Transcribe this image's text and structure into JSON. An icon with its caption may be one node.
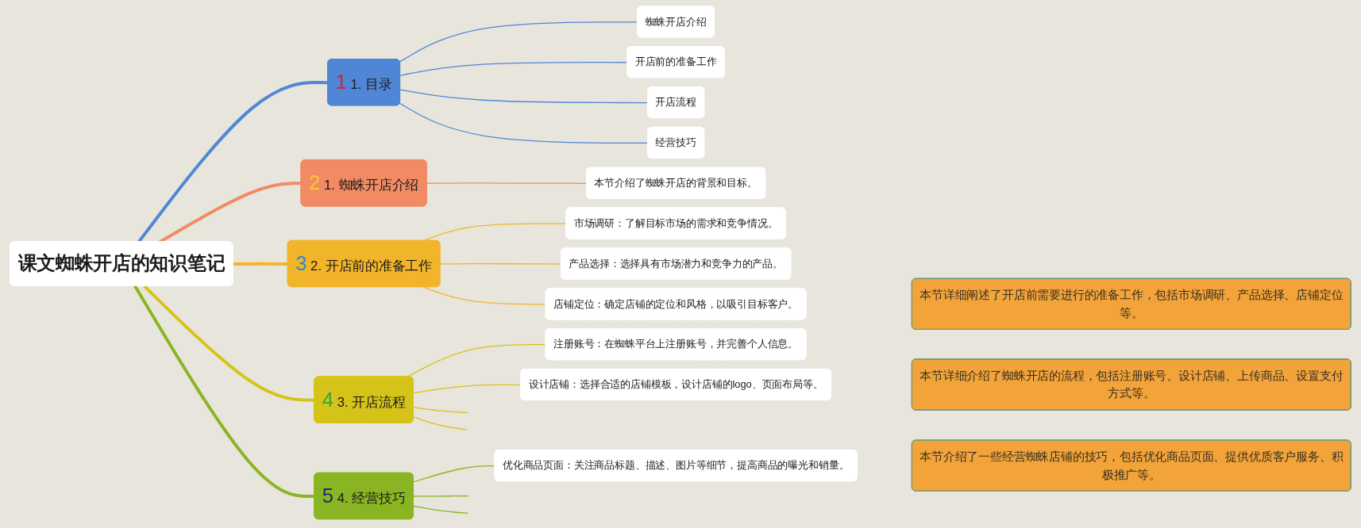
{
  "diagram": {
    "nodes": [
      {
        "text": [
          "课文蜘蛛开店的知识笔记"
        ]
      },
      {
        "text": [
          "1",
          "1. 目录"
        ]
      },
      {
        "text": [
          "蜘蛛开店介绍"
        ]
      },
      {
        "text": [
          "开店前的准备工作"
        ]
      },
      {
        "text": [
          "开店流程"
        ]
      },
      {
        "text": [
          "经营技巧"
        ]
      },
      {
        "text": [
          "2",
          "1. 蜘蛛开店介绍"
        ]
      },
      {
        "text": [
          "本节介绍了蜘蛛开店的背景和目标。"
        ]
      },
      {
        "text": [
          "3",
          "2. 开店前的准备工作"
        ]
      },
      {
        "text": [
          "市场调研：了解目标市场的需求和竞争情况。"
        ]
      },
      {
        "text": [
          "产品选择：选择具有市场潜力和竞争力的产品。"
        ]
      },
      {
        "text": [
          "店铺定位：确定店铺的定位和风格，以吸引目标客户。"
        ]
      },
      {
        "text": [
          "本节详细阐述了开店前需要进行的准备工作，包括市场调研、产品选择、店铺定位等。"
        ]
      },
      {
        "text": [
          "4",
          "3. 开店流程"
        ]
      },
      {
        "text": [
          "注册账号：在蜘蛛平台上注册账号，并完善个人信息。"
        ]
      },
      {
        "text": [
          "设计店铺：选择合适的店铺模板，设计店铺的logo、页面布局等。"
        ]
      },
      {
        "text": [
          "本节详细介绍了蜘蛛开店的流程，包括注册账号、设计店铺、上传商品、设置支付方式等。"
        ]
      },
      {
        "text": [
          "5",
          "4. 经营技巧"
        ]
      },
      {
        "text": [
          "优化商品页面：关注商品标题、描述、图片等细节，提高商品的曝光和销量。"
        ]
      },
      {
        "text": [
          "本节介绍了一些经营蜘蛛店铺的技巧，包括优化商品页面、提供优质客户服务、积极推广等。"
        ]
      }
    ],
    "edges": [
      {
        "from": 0,
        "to": 1,
        "arrow": "none",
        "style": "thick",
        "color": "#4f86d6"
      },
      {
        "from": 1,
        "to": 2,
        "arrow": "none",
        "color": "#4f86d6"
      },
      {
        "from": 1,
        "to": 3,
        "arrow": "none",
        "color": "#4f86d6"
      },
      {
        "from": 1,
        "to": 4,
        "arrow": "none",
        "color": "#4f86d6"
      },
      {
        "from": 1,
        "to": 5,
        "arrow": "none",
        "color": "#4f86d6"
      },
      {
        "from": 0,
        "to": 6,
        "arrow": "none",
        "style": "thick",
        "color": "#f28a63"
      },
      {
        "from": 6,
        "to": 7,
        "arrow": "none",
        "color": "#f28a63"
      },
      {
        "from": 0,
        "to": 8,
        "arrow": "none",
        "style": "thick",
        "color": "#f2b428"
      },
      {
        "from": 8,
        "to": 9,
        "arrow": "none",
        "color": "#f2b428"
      },
      {
        "from": 8,
        "to": 10,
        "arrow": "none",
        "color": "#f2b428"
      },
      {
        "from": 8,
        "to": 11,
        "arrow": "none",
        "color": "#f2b428"
      },
      {
        "from": 0,
        "to": 13,
        "arrow": "none",
        "style": "thick",
        "color": "#d6c318"
      },
      {
        "from": 13,
        "to": 14,
        "arrow": "none",
        "color": "#d6c318"
      },
      {
        "from": 13,
        "to": 15,
        "arrow": "none",
        "color": "#d6c318"
      },
      {
        "from": 13,
        "to": null,
        "arrow": "none",
        "color": "#d6c318"
      },
      {
        "from": 13,
        "to": null,
        "arrow": "none",
        "color": "#d6c318"
      },
      {
        "from": 0,
        "to": 17,
        "arrow": "none",
        "style": "thick",
        "color": "#8ab523"
      },
      {
        "from": 17,
        "to": 18,
        "arrow": "none",
        "color": "#8ab523"
      },
      {
        "from": 17,
        "to": null,
        "arrow": "none",
        "color": "#8ab523"
      },
      {
        "from": 17,
        "to": null,
        "arrow": "none",
        "color": "#8ab523"
      }
    ]
  }
}
